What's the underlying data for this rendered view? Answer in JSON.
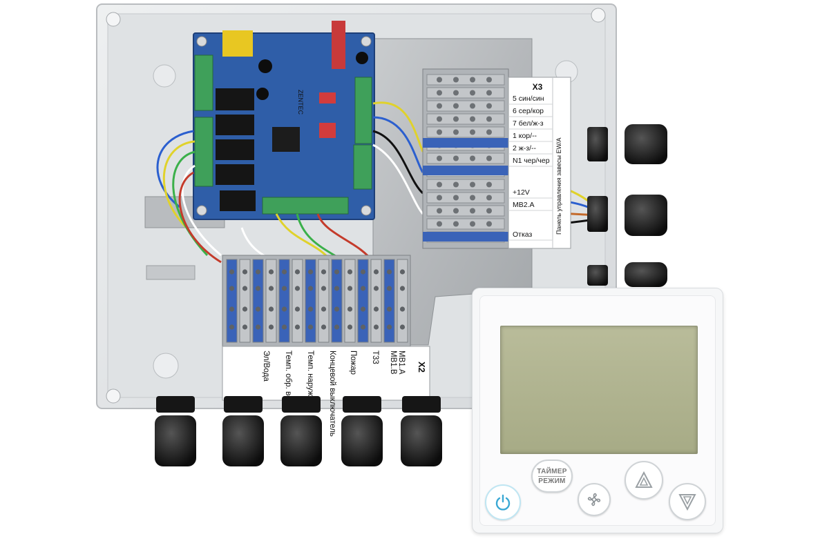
{
  "x3_block": {
    "title": "X3",
    "rows": [
      "5 син/син",
      "6 сер/кор",
      "7 бел/ж-з",
      "1 кор/--",
      "2 ж-з/--",
      "N1 чер/чер",
      "+12V",
      "MB2.A",
      "Отказ"
    ],
    "side_note": "Панель управления завесы EW/A"
  },
  "x2_block": {
    "title": "X2",
    "columns": [
      "MB1.A",
      "MB1.B",
      "Т33",
      "Пожар",
      "Концевой выключатель",
      "Темп. наружн.",
      "Темп. обр. воды",
      "Эл/Вода"
    ]
  },
  "pcb": {
    "brand": "ZENTEC"
  },
  "control_panel": {
    "timer_label_top": "ТАЙМЕР",
    "timer_label_bottom": "РЕЖИМ"
  },
  "colors": {
    "enclosure": "#e3e5e7",
    "pcb": "#2c5aa0",
    "terminal_grey": "#a9adb1",
    "terminal_blue": "#3a63b8",
    "gland": "#1a1a1a",
    "lcd": "#b0b48f",
    "power_icon": "#3aa8d4",
    "arrow_icon": "#9aa0a4"
  }
}
